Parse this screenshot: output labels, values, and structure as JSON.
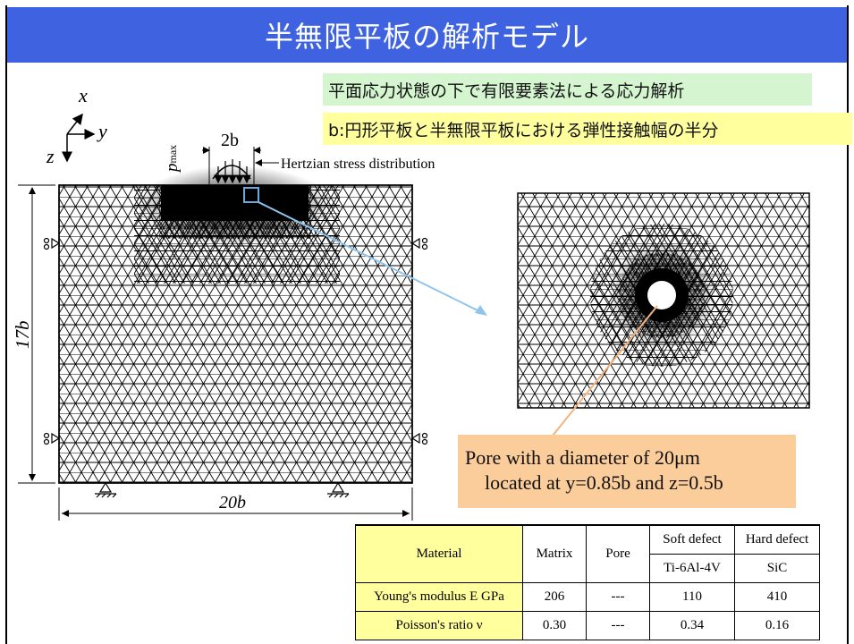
{
  "title": "半無限平板の解析モデル",
  "notes": {
    "analysis": "平面応力状態の下で有限要素法による応力解析",
    "b_definition": "b:円形平板と半無限平板における弾性接触幅の半分"
  },
  "axes": {
    "x": "x",
    "y": "y",
    "z": "z"
  },
  "labels": {
    "pmax": "p",
    "pmax_sub": "max",
    "contact_width": "2b",
    "hertz": "Hertzian stress distribution",
    "height": "17b",
    "width": "20b"
  },
  "pore_note": {
    "line1": "Pore with a diameter of 20μm",
    "line2": "located at y=0.85b and z=0.5b"
  },
  "table": {
    "col_material": "Material",
    "col_matrix": "Matrix",
    "col_pore": "Pore",
    "col_soft": "Soft defect",
    "col_hard": "Hard defect",
    "soft_material": "Ti-6Al-4V",
    "hard_material": "SiC",
    "rows": [
      {
        "label": "Young's modulus  E  GPa",
        "matrix": "206",
        "pore": "---",
        "soft": "110",
        "hard": "410"
      },
      {
        "label": "Poisson's ratio  ν",
        "matrix": "0.30",
        "pore": "---",
        "soft": "0.34",
        "hard": "0.16"
      }
    ]
  },
  "colors": {
    "title_bg": "#3f63e0",
    "green_note": "#d5f5d0",
    "yellow": "#ffff9e",
    "orange_note": "#fbcd9a",
    "leader_blue": "#8fc4ec"
  }
}
